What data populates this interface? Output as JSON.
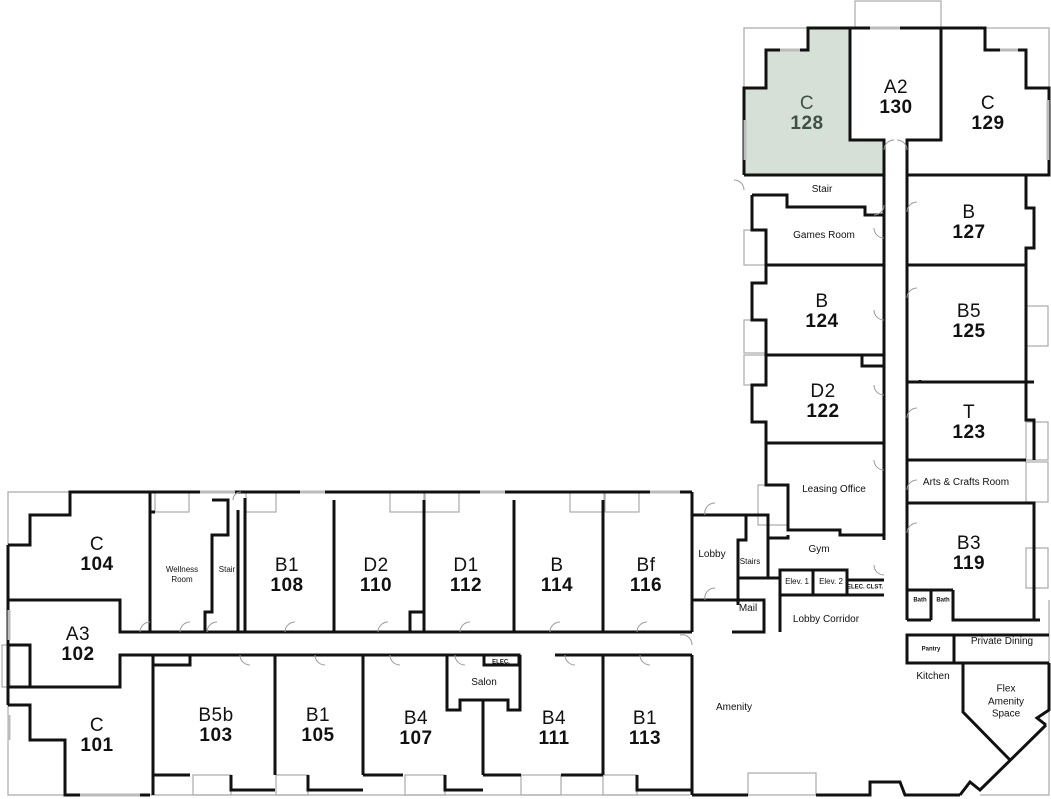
{
  "floor_plan": {
    "highlight_color": "#d6e0d6",
    "selected_unit": "128",
    "units": [
      {
        "id": "128",
        "type": "C",
        "number": "128",
        "selected": true
      },
      {
        "id": "130",
        "type": "A2",
        "number": "130"
      },
      {
        "id": "129",
        "type": "C",
        "number": "129"
      },
      {
        "id": "127",
        "type": "B",
        "number": "127"
      },
      {
        "id": "124",
        "type": "B",
        "number": "124"
      },
      {
        "id": "125",
        "type": "B5",
        "number": "125"
      },
      {
        "id": "122",
        "type": "D2",
        "number": "122"
      },
      {
        "id": "123",
        "type": "T",
        "number": "123"
      },
      {
        "id": "119",
        "type": "B3",
        "number": "119"
      },
      {
        "id": "104",
        "type": "C",
        "number": "104"
      },
      {
        "id": "102",
        "type": "A3",
        "number": "102"
      },
      {
        "id": "101",
        "type": "C",
        "number": "101"
      },
      {
        "id": "108",
        "type": "B1",
        "number": "108"
      },
      {
        "id": "110",
        "type": "D2",
        "number": "110"
      },
      {
        "id": "112",
        "type": "D1",
        "number": "112"
      },
      {
        "id": "114",
        "type": "B",
        "number": "114"
      },
      {
        "id": "116",
        "type": "Bf",
        "number": "116"
      },
      {
        "id": "103",
        "type": "B5b",
        "number": "103"
      },
      {
        "id": "105",
        "type": "B1",
        "number": "105"
      },
      {
        "id": "107",
        "type": "B4",
        "number": "107"
      },
      {
        "id": "111",
        "type": "B4",
        "number": "111"
      },
      {
        "id": "113",
        "type": "B1",
        "number": "113"
      }
    ],
    "amenities": {
      "stair_north": "Stair",
      "games_room": "Games Room",
      "leasing_office": "Leasing Office",
      "arts_crafts": "Arts & Crafts Room",
      "gym": "Gym",
      "elev1": "Elev. 1",
      "elev2": "Elev. 2",
      "elec_closet_east": "ELEC. CLST.",
      "lobby_corridor": "Lobby Corridor",
      "bath1": "Bath",
      "bath2": "Bath",
      "pantry": "Pantry",
      "private_dining": "Private Dining",
      "kitchen": "Kitchen",
      "flex_amenity": "Flex Amenity Space",
      "amenity": "Amenity",
      "lobby": "Lobby",
      "stairs_lobby": "Stairs",
      "mail": "Mail",
      "wellness_room": "Wellness Room",
      "stair_west": "Stair",
      "salon": "Salon",
      "elec_west": "ELEC."
    }
  }
}
